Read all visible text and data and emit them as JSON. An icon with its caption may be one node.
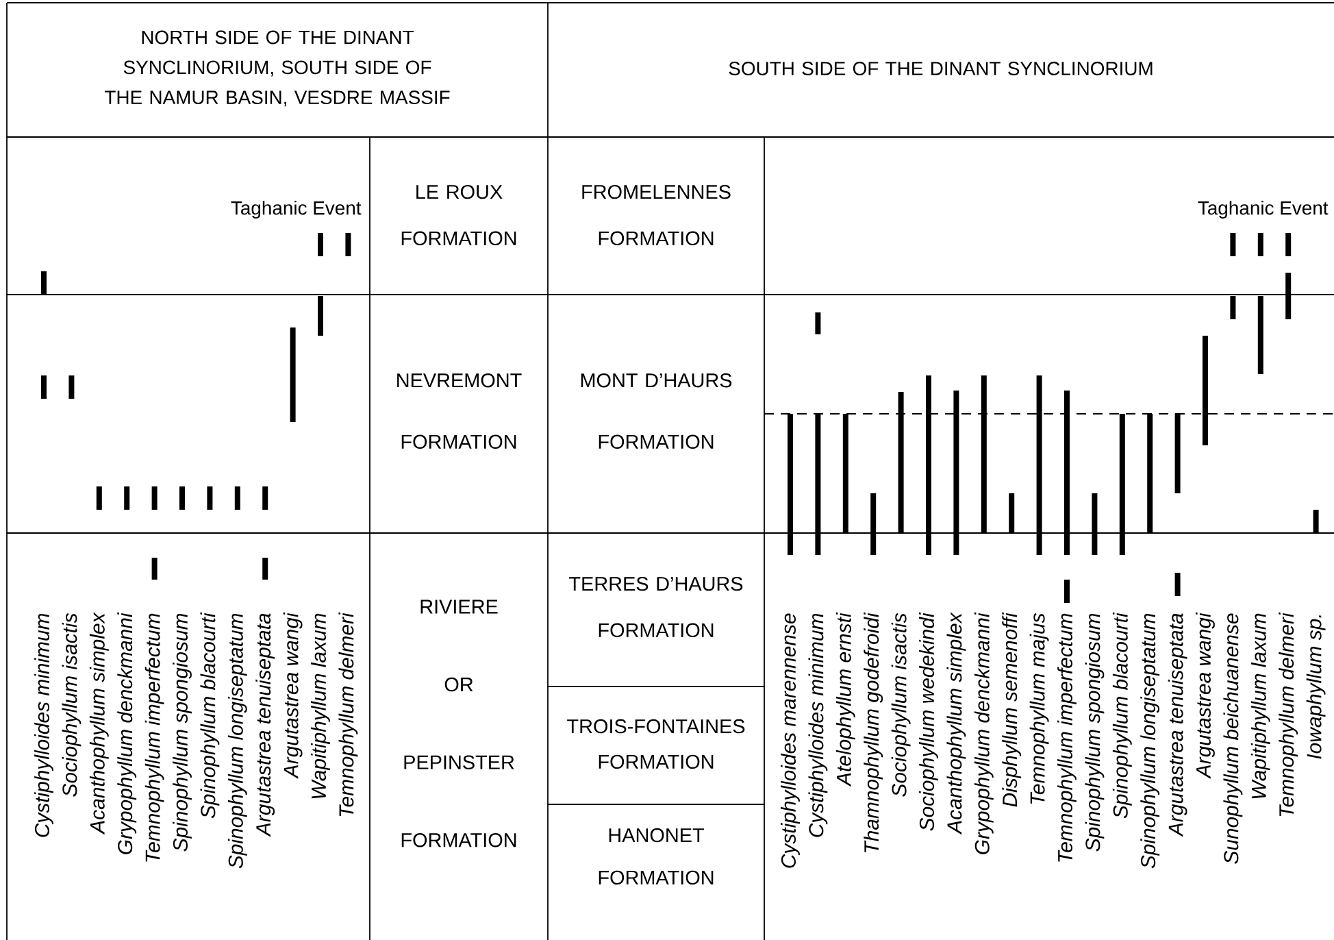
{
  "diagram": {
    "nodes": [
      {
        "text": [
          "NORTH SIDE OF THE DINANT SYNCLINORIUM, SOUTH SIDE OF THE NAMUR BASIN, VESDRE MASSIF"
        ]
      },
      {
        "text": [
          "SOUTH SIDE OF THE DINANT SYNCLINORIUM"
        ]
      },
      {
        "text": [
          "LE ROUX",
          "FORMATION"
        ]
      },
      {
        "text": [
          "NEVREMONT",
          "FORMATION"
        ]
      },
      {
        "text": [
          "RIVIERE",
          "OR",
          "PEPINSTER",
          "FORMATION"
        ]
      },
      {
        "text": [
          "FROMELENNES",
          "FORMATION"
        ]
      },
      {
        "text": [
          "MONT D’HAURS",
          "FORMATION"
        ]
      },
      {
        "text": [
          "TERRES D’HAURS",
          "FORMATION"
        ]
      },
      {
        "text": [
          "TROIS-FONTAINES",
          "FORMATION"
        ]
      },
      {
        "text": [
          "HANONET",
          "FORMATION"
        ]
      }
    ],
    "labels": [
      "Taghanic Event",
      "Taghanic Event",
      "Cystiphylloides minimum",
      "Sociophyllum isactis",
      "Acanthophyllum simplex",
      "Grypophyllum denckmanni",
      "Temnophyllum imperfectum",
      "Spinophyllum spongiosum",
      "Spinophyllum blacourti",
      "Spinophyllum longiseptatum",
      "Argutastrea tenuiseptata",
      "Argutastrea wangi",
      "Wapitiphyllum laxum",
      "Temnophyllum delmeri",
      "Cystiphylloides marennense",
      "Cystiphylloides minimum",
      "Atelophyllum ernsti",
      "Thamnophyllum godefroidi",
      "Sociophyllum isactis",
      "Sociophyllum wedekindi",
      "Acanthophyllum simplex",
      "Grypophyllum denckmanni",
      "Disphyllum semenoffi",
      "Temnophyllum majus",
      "Temnophyllum imperfectum",
      "Spinophyllum spongiosum",
      "Spinophyllum blacourti",
      "Spinophyllum longiseptatum",
      "Argutastrea tenuiseptata",
      "Argutastrea wangi",
      "Sunophyllum beichuanense",
      "Wapitiphyllum laxum",
      "Temnophyllum delmeri",
      "Iowaphyllum sp."
    ]
  }
}
